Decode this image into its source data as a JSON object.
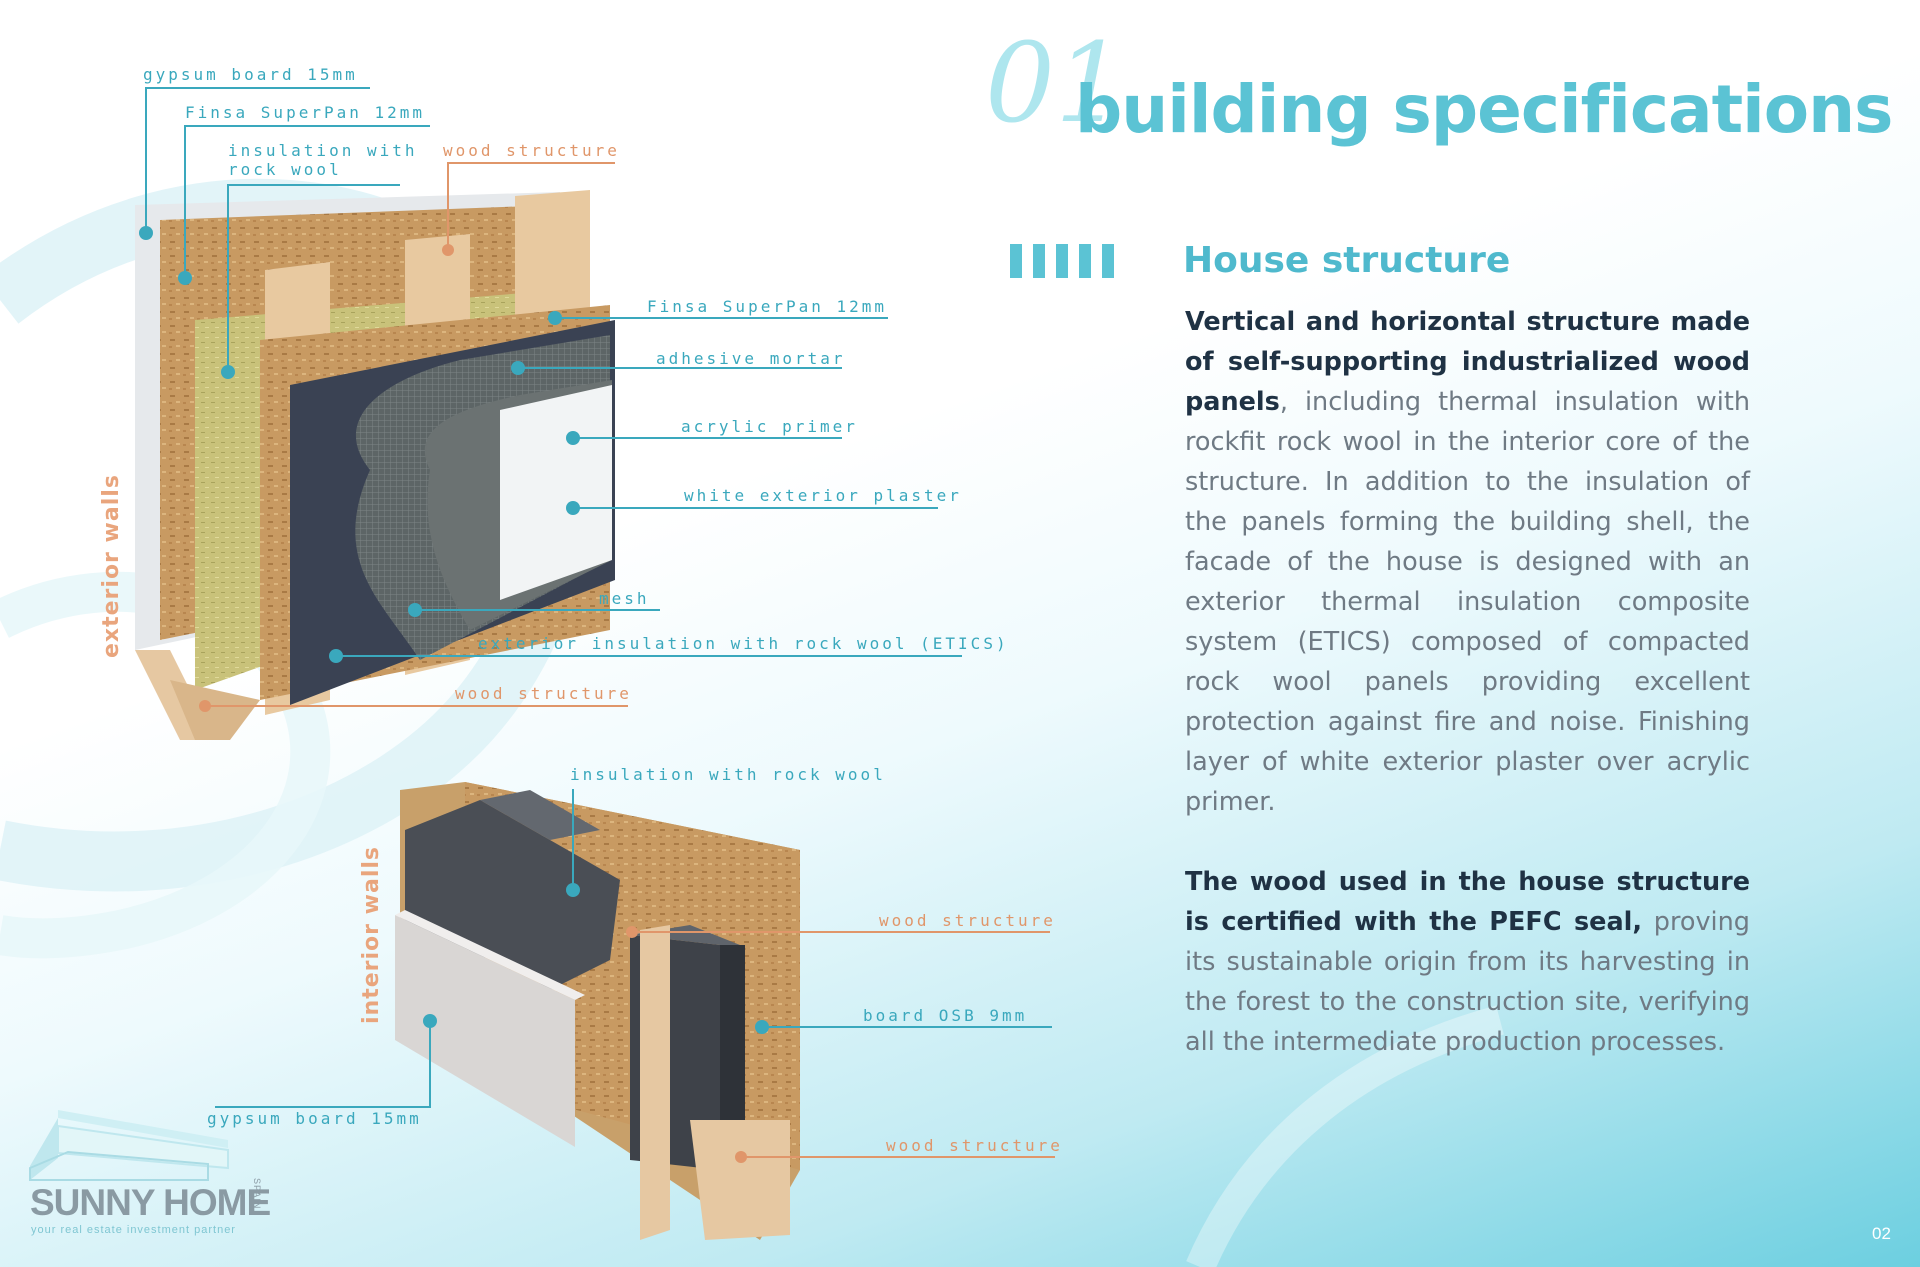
{
  "header": {
    "number": "01",
    "title": "building specifications"
  },
  "section": {
    "heading": "House structure"
  },
  "body": {
    "p1_bold": "Vertical and horizontal structure made of self-supporting industrialized wood panels",
    "p1_rest": ", including thermal insulation with rockfit rock wool in the interior core of the structure. In addition to the insulation of the panels forming the building shell, the facade of the house is designed with an exterior thermal insulation composite system (ETICS) composed of compacted rock wool panels providing excellent protection against fire and noise. Finishing layer of white exterior plaster over acrylic primer.",
    "p2_bold": "The wood used in the house structure is certified with the PEFC seal,",
    "p2_rest": " proving its sustainable origin from its harvesting in the forest to the construction site, verifying all the intermediate production processes."
  },
  "exterior_diagram": {
    "side_label": "exterior walls",
    "labels": {
      "gypsum_board": "gypsum board 15mm",
      "finsa_top": "Finsa SuperPan 12mm",
      "insulation": "insulation with",
      "insulation_2": "rock wool",
      "wood_top": "wood structure",
      "finsa_right": "Finsa SuperPan 12mm",
      "adhesive": "adhesive mortar",
      "primer": "acrylic primer",
      "plaster": "white exterior plaster",
      "mesh": "mesh",
      "etics": "exterior insulation with rock wool (ETICS)",
      "wood_bottom": "wood structure"
    }
  },
  "interior_diagram": {
    "side_label": "interior walls",
    "labels": {
      "insulation": "insulation with rock wool",
      "wood_mid": "wood structure",
      "osb": "board OSB 9mm",
      "gypsum": "gypsum board 15mm",
      "wood_bottom": "wood structure"
    }
  },
  "logo": {
    "name": "SUNNY HOME",
    "country": "SPAIN",
    "tagline": "your real estate investment partner"
  },
  "page_number": "02",
  "colors": {
    "accent": "#5bc3d4",
    "label_blue": "#3aa8bd",
    "label_orange": "#e0966a",
    "body_text": "#6f7a84",
    "bold_text": "#1f3244"
  }
}
